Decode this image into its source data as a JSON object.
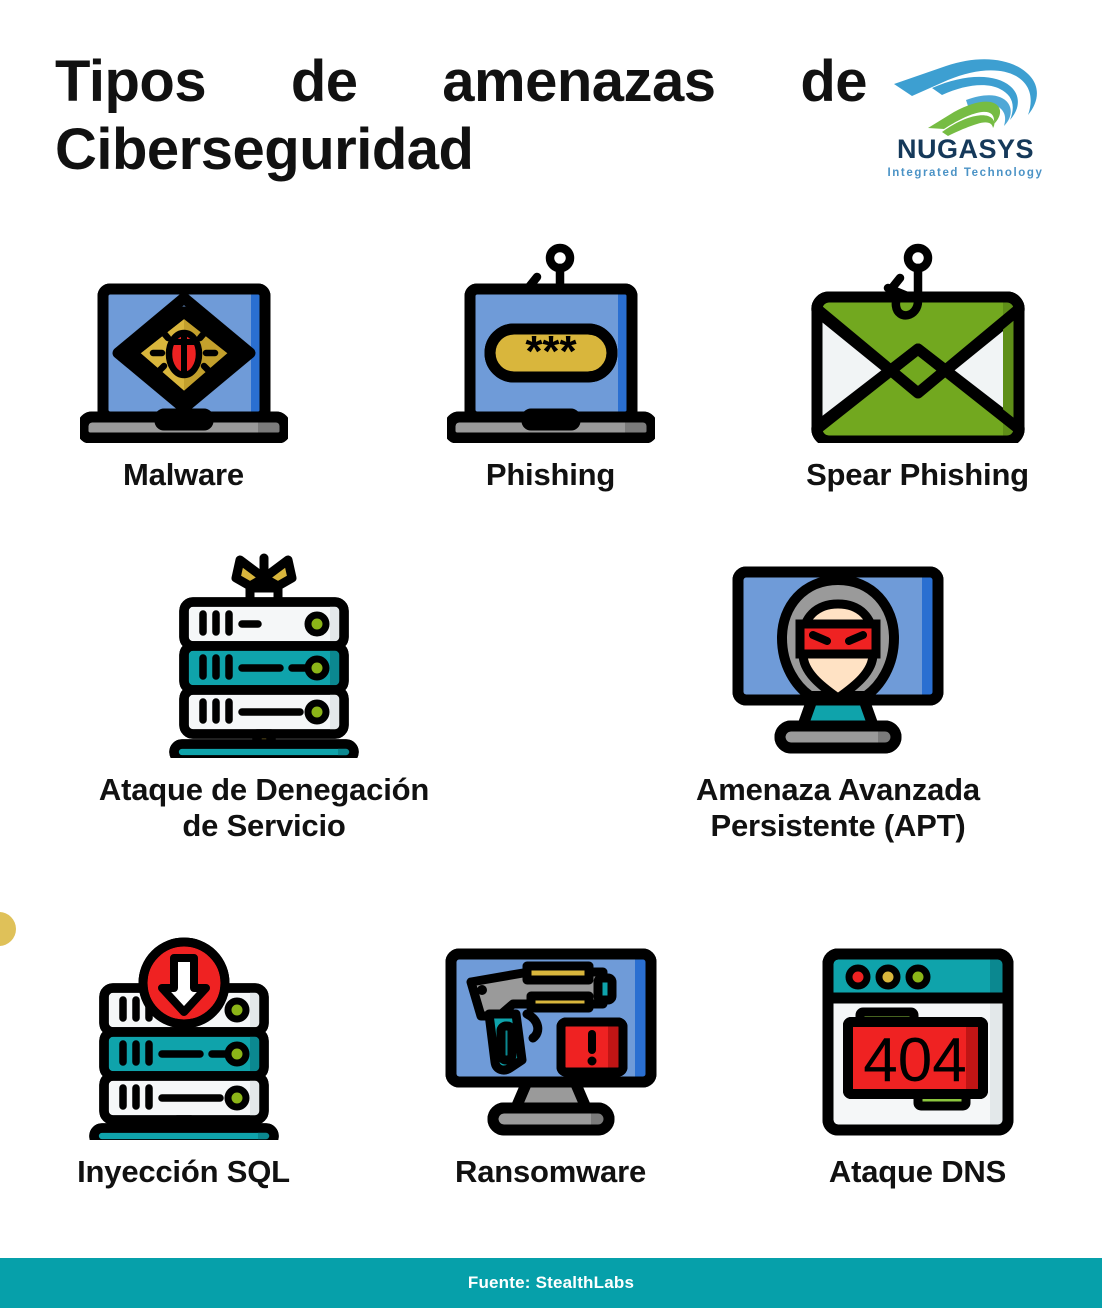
{
  "header": {
    "title_line1": "Tipos de amenazas de",
    "title_line2": "Ciberseguridad",
    "logo": {
      "name": "NUGASYS",
      "tagline": "Integrated Technology",
      "mark_icon": "nugasys-swoosh-icon",
      "blue": "#3d9fd1",
      "green": "#76bc43",
      "name_color": "#15395a",
      "tagline_color": "#4b93c6"
    }
  },
  "threats": {
    "row1": [
      {
        "label": "Malware",
        "icon": "laptop-warning-bug-icon"
      },
      {
        "label": "Phishing",
        "icon": "laptop-password-hook-icon"
      },
      {
        "label": "Spear Phishing",
        "icon": "envelope-hook-icon"
      }
    ],
    "row2": [
      {
        "label": "Ataque de Denegación\nde Servicio",
        "icon": "server-bomb-icon"
      },
      {
        "label": "Amenaza Avanzada\nPersistente (APT)",
        "icon": "monitor-hacker-icon"
      }
    ],
    "row3": [
      {
        "label": "Inyección SQL",
        "icon": "server-download-arrow-icon"
      },
      {
        "label": "Ransomware",
        "icon": "monitor-gun-alert-icon"
      },
      {
        "label": "Ataque DNS",
        "icon": "browser-404-icon"
      }
    ]
  },
  "dns": {
    "error_code": "404"
  },
  "phishing": {
    "password_mask": "***"
  },
  "footer": {
    "source_text": "Fuente: StealthLabs",
    "background": "#06a0aa"
  },
  "palette": {
    "outline": "#000000",
    "screen_blue": "#6f9bd8",
    "screen_blue_dark": "#2a6fd1",
    "teal": "#0fa3ab",
    "teal_dark": "#0b8890",
    "yellow": "#d9b63c",
    "yellow_dark": "#c3a02c",
    "red": "#ef2222",
    "red_dark": "#c01515",
    "green": "#72a81f",
    "green_dark": "#5f8f18",
    "light_green": "#8cc63f",
    "gray": "#9a9a9a",
    "gray_dark": "#7b7b7b",
    "white_panel": "#f5f7f8",
    "skin": "#ffe2c4"
  }
}
